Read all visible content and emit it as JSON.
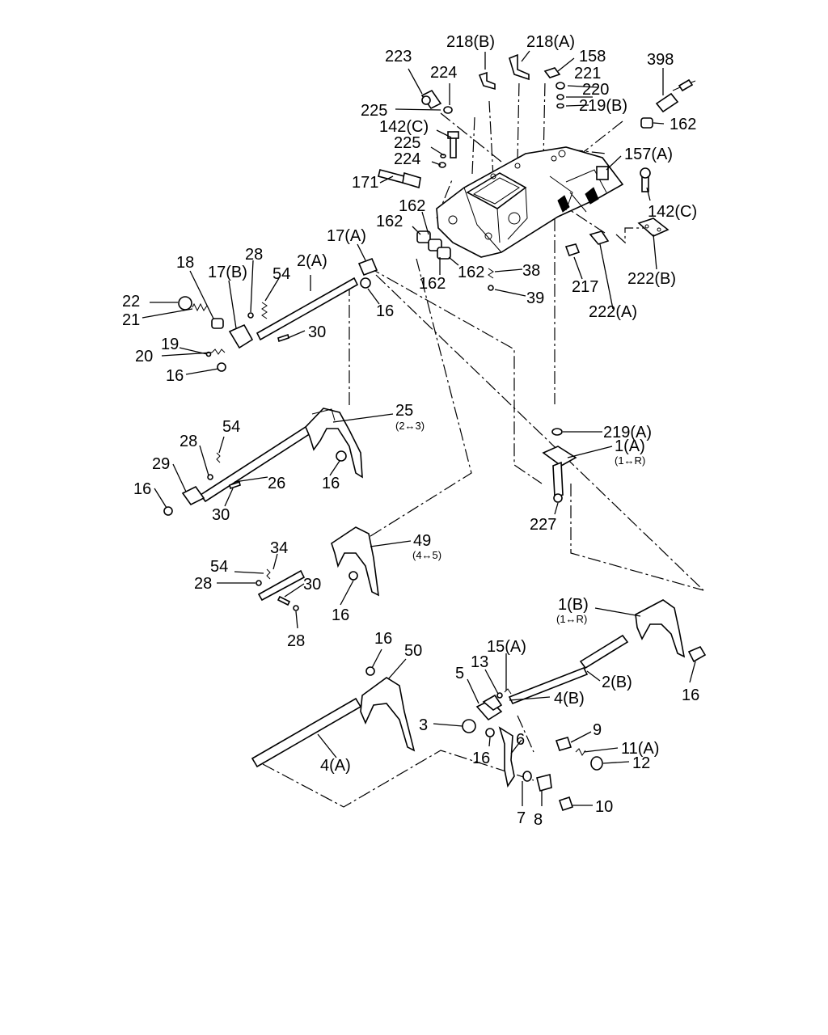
{
  "labels": {
    "l_218b": "218(B)",
    "l_218a": "218(A)",
    "l_158": "158",
    "l_221": "221",
    "l_220": "220",
    "l_219b": "219(B)",
    "l_398": "398",
    "l_162a": "162",
    "l_223": "223",
    "l_224a": "224",
    "l_225a": "225",
    "l_142c_a": "142(C)",
    "l_225b": "225",
    "l_224b": "224",
    "l_171": "171",
    "l_157a": "157(A)",
    "l_142c_b": "142(C)",
    "l_222b": "222(B)",
    "l_162b": "162",
    "l_162c": "162",
    "l_17a": "17(A)",
    "l_162d": "162",
    "l_162e": "162",
    "l_38": "38",
    "l_39": "39",
    "l_217": "217",
    "l_222a": "222(A)",
    "l_18": "18",
    "l_17b": "17(B)",
    "l_28a": "28",
    "l_54a": "54",
    "l_2a": "2(A)",
    "l_22": "22",
    "l_21": "21",
    "l_16a": "16",
    "l_30a": "30",
    "l_19": "19",
    "l_20": "20",
    "l_16b": "16",
    "l_25": "25",
    "l_54b": "54",
    "l_28b": "28",
    "l_29": "29",
    "l_26": "26",
    "l_16c": "16",
    "l_16d": "16",
    "l_30b": "30",
    "l_219a": "219(A)",
    "l_1a": "1(A)",
    "l_227": "227",
    "l_34": "34",
    "l_49": "49",
    "l_54c": "54",
    "l_28c": "28",
    "l_30c": "30",
    "l_16e": "16",
    "l_28d": "28",
    "l_1b": "1(B)",
    "l_16f": "16",
    "l_50": "50",
    "l_15a": "15(A)",
    "l_13": "13",
    "l_5": "5",
    "l_2b": "2(B)",
    "l_4b": "4(B)",
    "l_3": "3",
    "l_6": "6",
    "l_9": "9",
    "l_16g": "16",
    "l_11a": "11(A)",
    "l_12": "12",
    "l_4a": "4(A)",
    "l_7": "7",
    "l_8": "8",
    "l_10": "10",
    "l_16h": "16"
  },
  "sublabels": {
    "s_25": "(2↔3)",
    "s_1a": "(1↔R)",
    "s_49": "(4↔5)",
    "s_1b": "(1↔R)"
  }
}
